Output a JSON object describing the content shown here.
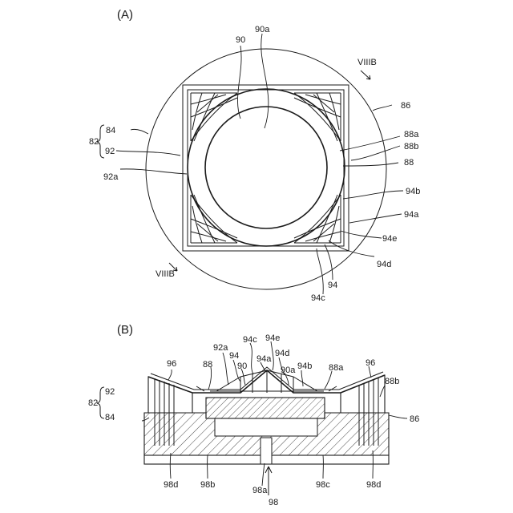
{
  "panels": {
    "a": "(A)",
    "b": "(B)"
  },
  "section_marks": {
    "top": "VIIIB",
    "bottom": "VIIIB"
  },
  "labels_a": {
    "n90": "90",
    "n90a": "90a",
    "n86": "86",
    "n84": "84",
    "n82": "82",
    "n92": "92",
    "n92a": "92a",
    "n88a": "88a",
    "n88b": "88b",
    "n88": "88",
    "n94b": "94b",
    "n94a": "94a",
    "n94e": "94e",
    "n94d": "94d",
    "n94": "94",
    "n94c": "94c"
  },
  "labels_b": {
    "n94c": "94c",
    "n94e": "94e",
    "n92a": "92a",
    "n94d": "94d",
    "n94": "94",
    "n94a": "94a",
    "n96l": "96",
    "n88": "88",
    "n90a": "90a",
    "n94b": "94b",
    "n88a": "88a",
    "n96r": "96",
    "n90": "90",
    "n88b": "88b",
    "n82": "82",
    "n92": "92",
    "n84": "84",
    "n86": "86",
    "n98dl": "98d",
    "n98b": "98b",
    "n98a": "98a",
    "n98c": "98c",
    "n98dr": "98d",
    "n98": "98"
  }
}
